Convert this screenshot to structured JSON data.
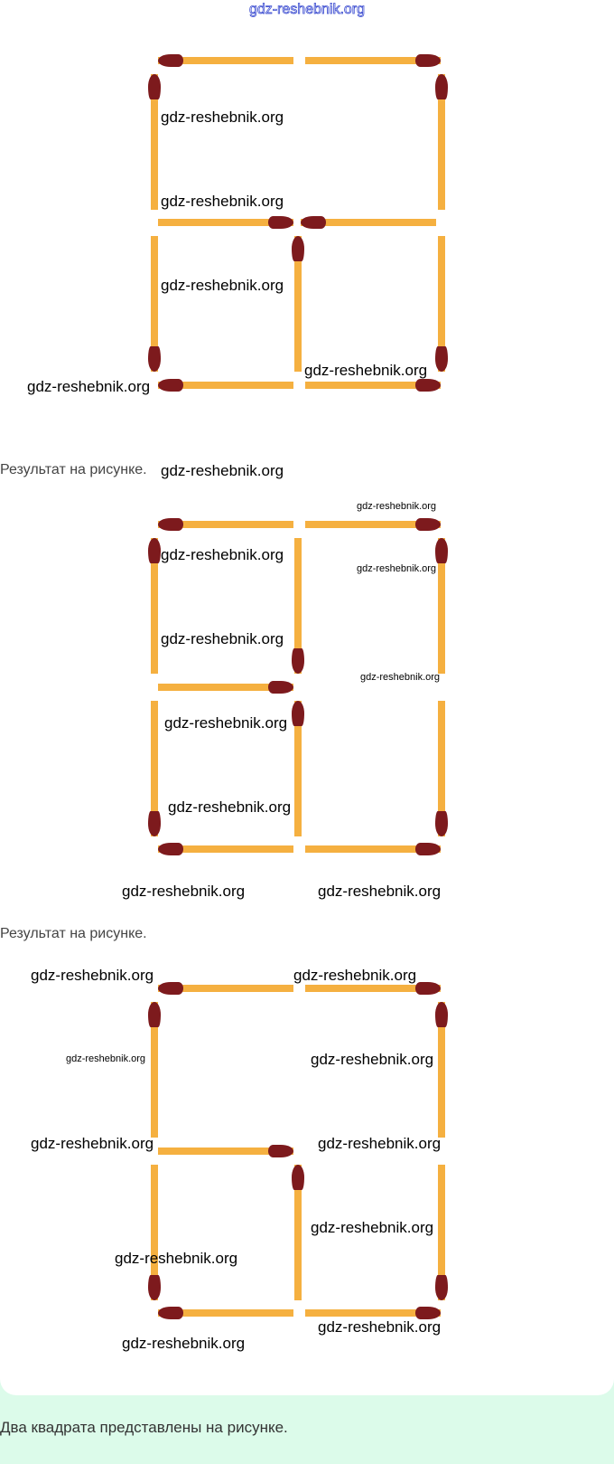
{
  "header": {
    "site_link": "gdz-reshebnik.org"
  },
  "captions": [
    "Результат на рисунке.",
    "Результат на рисунке.",
    "Два квадрата представлены на рисунке."
  ],
  "watermarks": {
    "text": "gdz-reshebnik.org"
  },
  "colors": {
    "match_stick": "#f5b040",
    "match_head": "#7d1a1d",
    "mint_bg": "#dcfbea"
  }
}
